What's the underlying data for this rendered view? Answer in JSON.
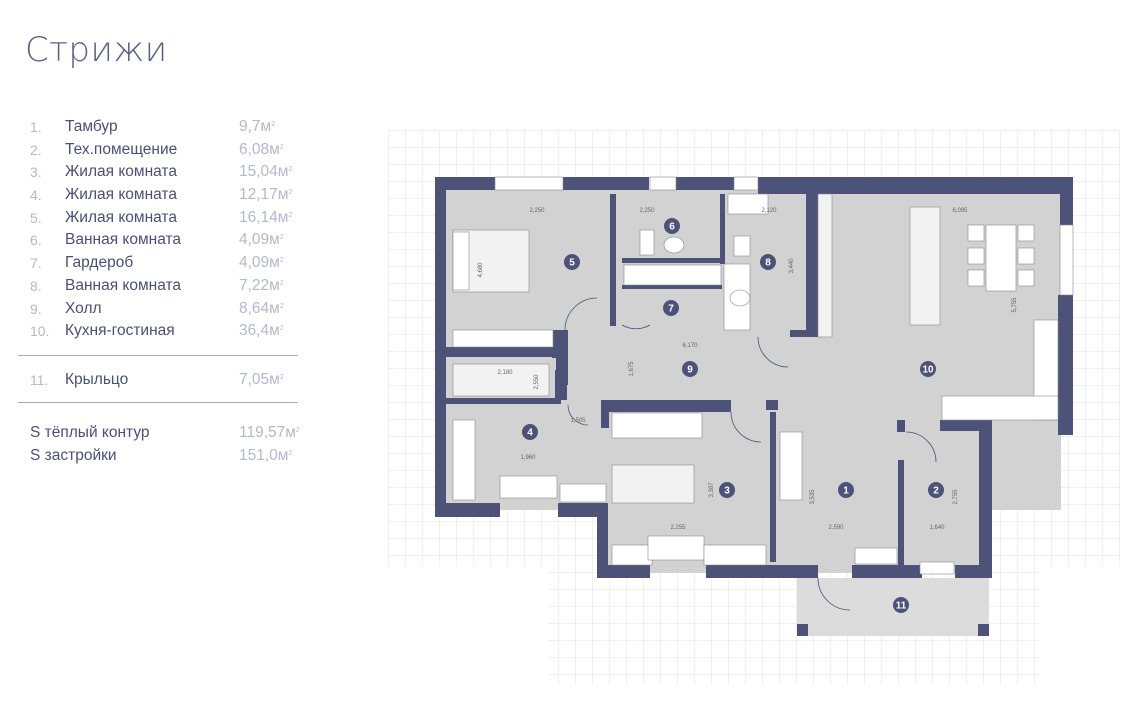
{
  "title": "Стрижи",
  "rooms": [
    {
      "num": "1.",
      "name": "Тамбур",
      "area": "9,7м",
      "sup": "2"
    },
    {
      "num": "2.",
      "name": "Тех.помещение",
      "area": "6,08м",
      "sup": "2"
    },
    {
      "num": "3.",
      "name": "Жилая комната",
      "area": "15,04м",
      "sup": "2"
    },
    {
      "num": "4.",
      "name": "Жилая комната",
      "area": "12,17м",
      "sup": "2"
    },
    {
      "num": "5.",
      "name": "Жилая комната",
      "area": "16,14м",
      "sup": "2"
    },
    {
      "num": "6.",
      "name": "Ванная комната",
      "area": "4,09м",
      "sup": "2"
    },
    {
      "num": "7.",
      "name": "Гардероб",
      "area": "4,09м",
      "sup": "2"
    },
    {
      "num": "8.",
      "name": "Ванная комната",
      "area": "7,22м",
      "sup": "2"
    },
    {
      "num": "9.",
      "name": "Холл",
      "area": "8,64м",
      "sup": "2"
    },
    {
      "num": "10.",
      "name": "Кухня-гостиная",
      "area": "36,4м",
      "sup": "2"
    }
  ],
  "porch": {
    "num": "11.",
    "name": "Крыльцо",
    "area": "7,05м",
    "sup": "2"
  },
  "totals": [
    {
      "name": "S тёплый контур",
      "area": "119,57м",
      "sup": "2"
    },
    {
      "name": "S застройки",
      "area": "151,0м",
      "sup": "2"
    }
  ],
  "plan": {
    "markers": [
      "1",
      "2",
      "3",
      "4",
      "5",
      "6",
      "7",
      "8",
      "9",
      "10",
      "11"
    ],
    "dimensions": [
      "2,250",
      "2,250",
      "2,120",
      "6,095",
      "4,680",
      "3,440",
      "5,755",
      "6,170",
      "1,675",
      "2,180",
      "1,505",
      "1,960",
      "2,590",
      "3,387",
      "2,255",
      "2,550",
      "3,535",
      "1,640",
      "2,755"
    ]
  },
  "colors": {
    "wall": "#4c5278",
    "floor": "#d2d2d2",
    "grid": "#e3e3e3",
    "marker": "#4c5278",
    "text": "#4a5073",
    "muted": "#b4b8c8"
  }
}
